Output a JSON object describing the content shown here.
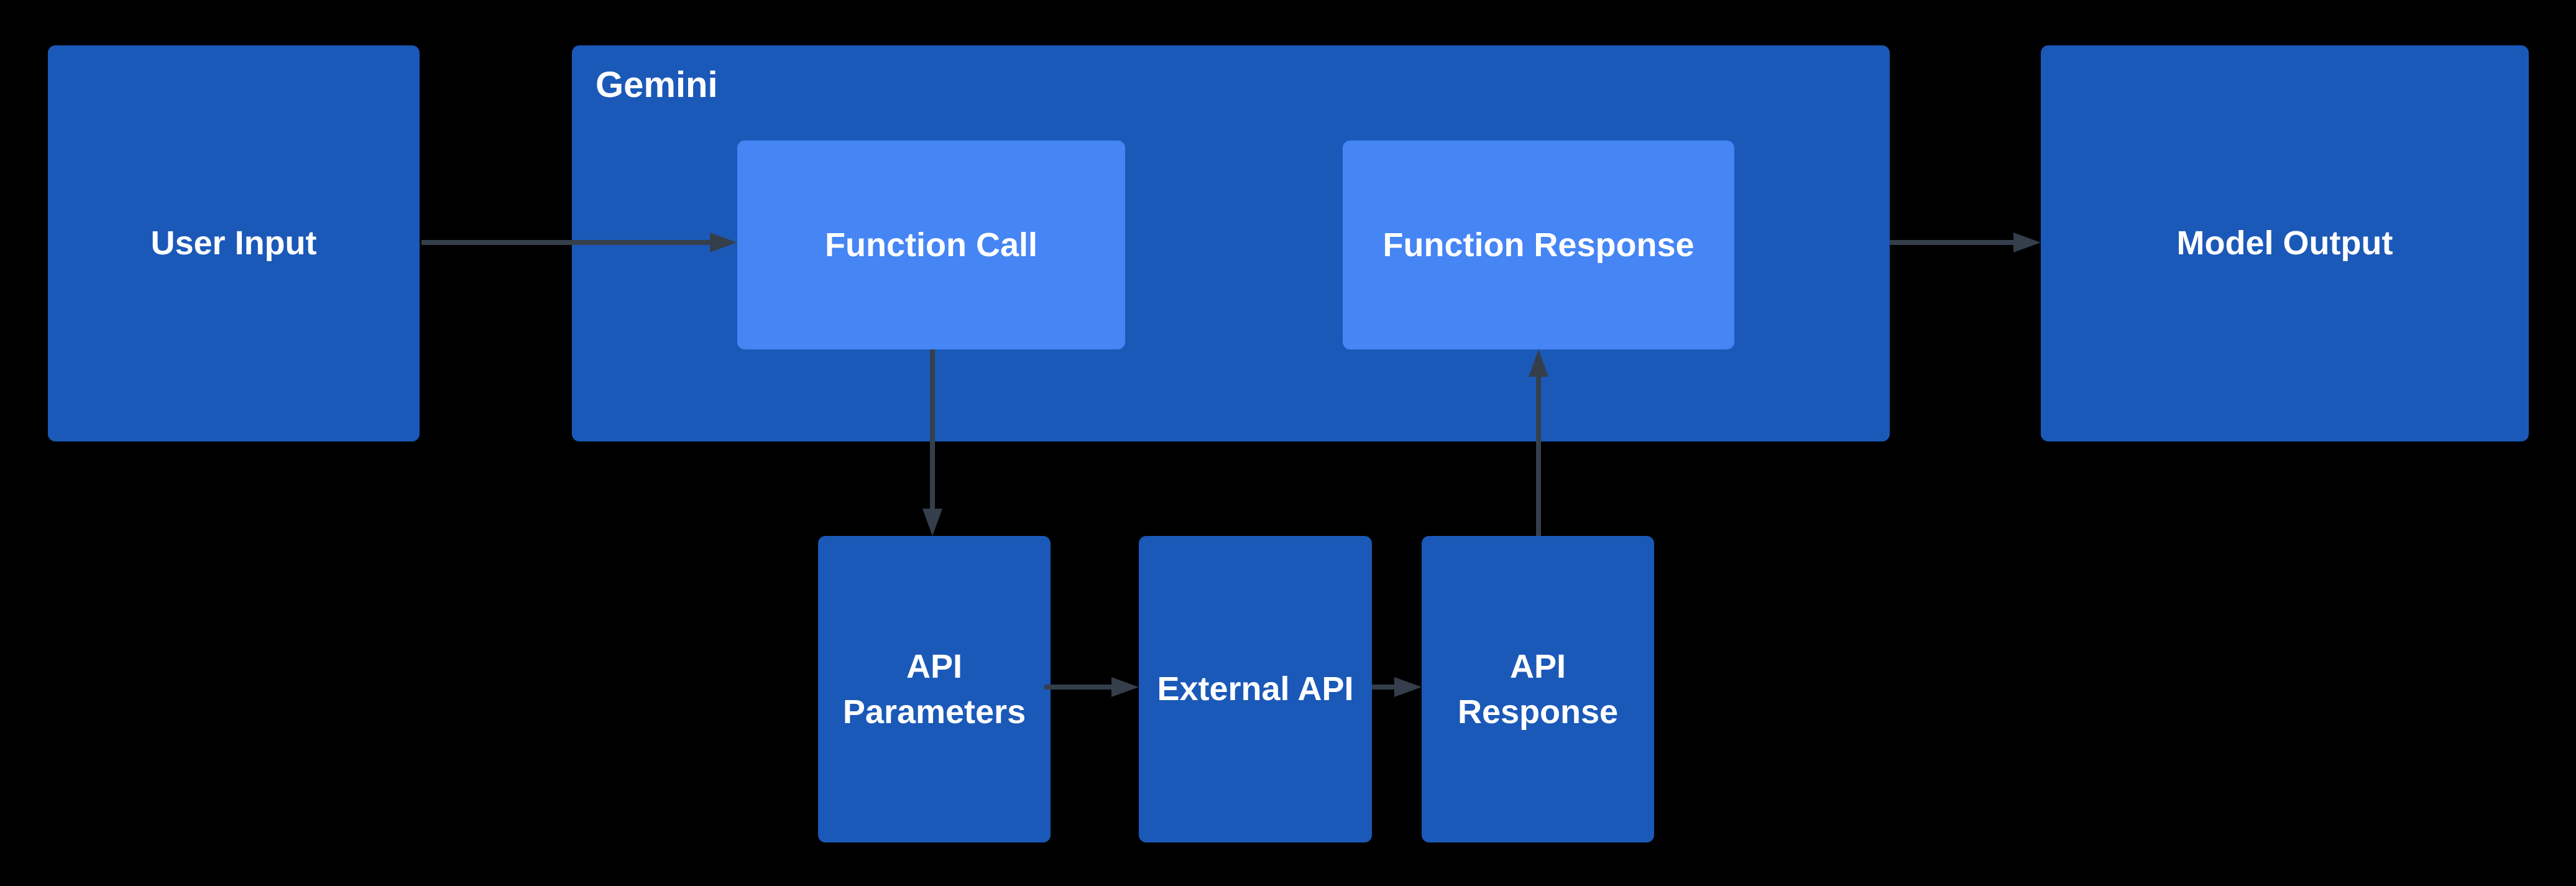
{
  "diagram": {
    "colors": {
      "background": "#000000",
      "node_dark": "#1b59b8",
      "node_light": "#4585f4",
      "arrow": "#353f4b",
      "label_text": "#ffffff"
    },
    "container": {
      "label": "Gemini"
    },
    "nodes": {
      "user_input": {
        "label": "User Input"
      },
      "function_call": {
        "label": "Function Call"
      },
      "function_response": {
        "label": "Function Response"
      },
      "model_output": {
        "label": "Model Output"
      },
      "api_parameters": {
        "label": "API Parameters"
      },
      "external_api": {
        "label": "External API"
      },
      "api_response": {
        "label": "API Response"
      }
    },
    "edges": [
      {
        "from": "user_input",
        "to": "function_call"
      },
      {
        "from": "function_call",
        "to": "api_parameters"
      },
      {
        "from": "api_parameters",
        "to": "external_api"
      },
      {
        "from": "external_api",
        "to": "api_response"
      },
      {
        "from": "api_response",
        "to": "function_response"
      },
      {
        "from": "gemini",
        "to": "model_output"
      }
    ]
  }
}
